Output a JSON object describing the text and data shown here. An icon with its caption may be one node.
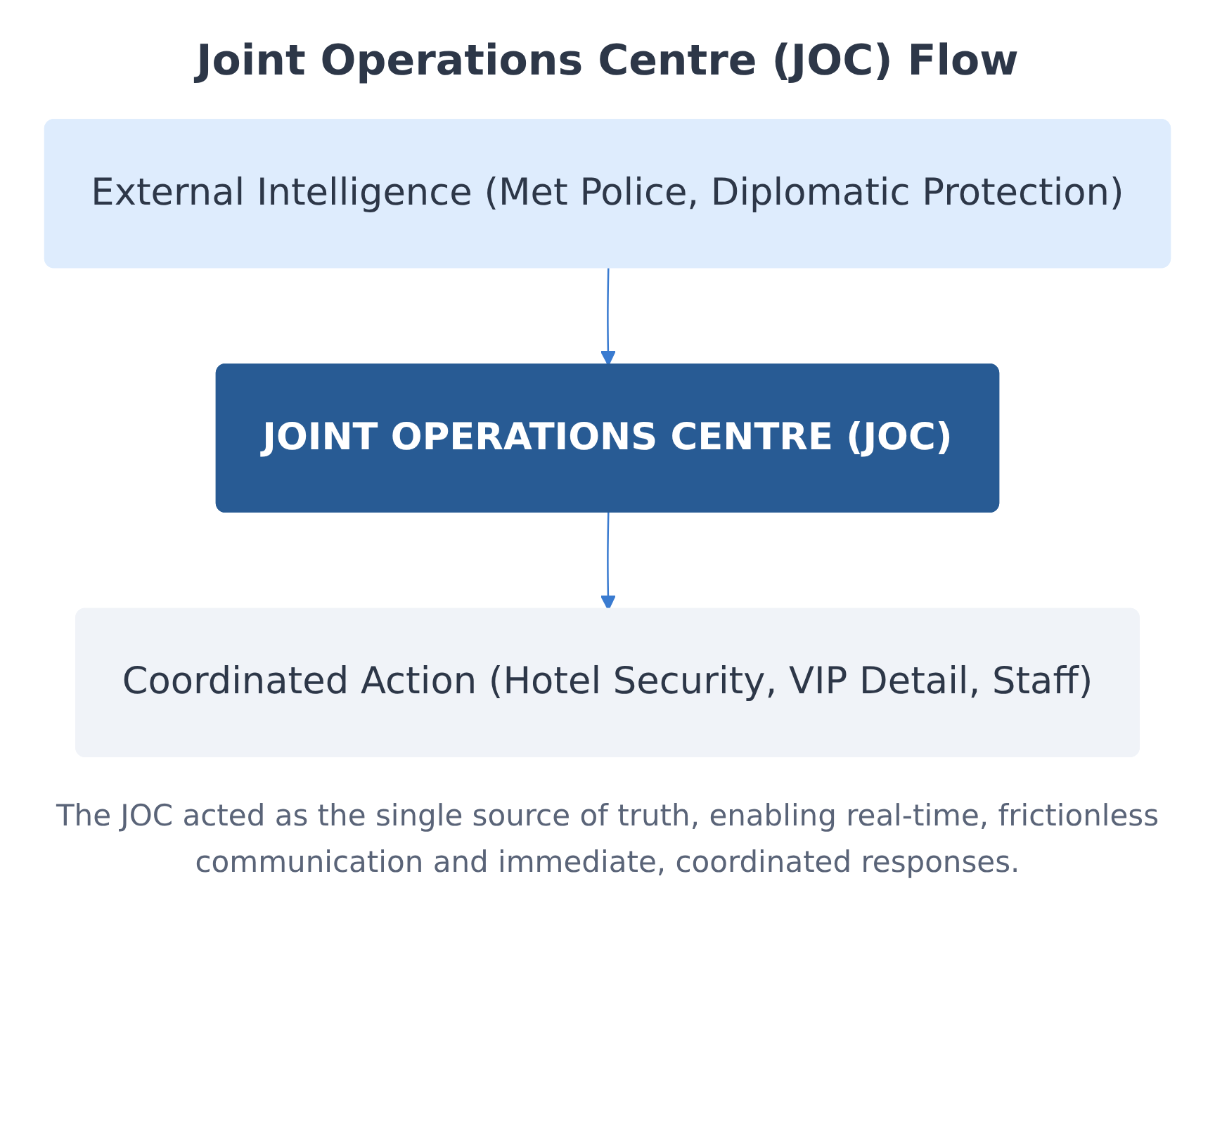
{
  "diagram": {
    "title": "Joint Operations Centre (JOC) Flow",
    "nodes": [
      {
        "text": [
          "External Intelligence (Met Police, Diplomatic Protection)"
        ]
      },
      {
        "text": [
          "JOINT OPERATIONS CENTRE (JOC)"
        ]
      },
      {
        "text": [
          "Coordinated Action (Hotel Security, VIP Detail, Staff)"
        ]
      }
    ],
    "edges": [
      {
        "from": 0,
        "to": 1,
        "arrow": "to"
      },
      {
        "from": 1,
        "to": 2,
        "arrow": "to"
      }
    ],
    "caption": "The JOC acted as the single source of truth, enabling real-time, frictionless communication and immediate, coordinated responses."
  }
}
